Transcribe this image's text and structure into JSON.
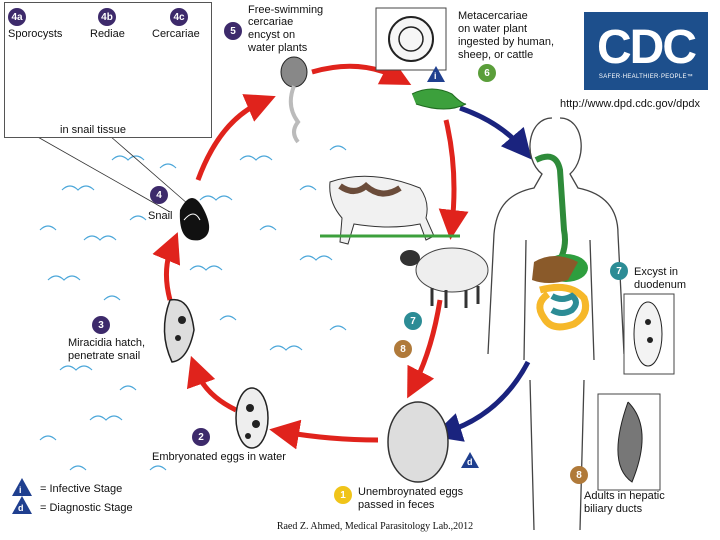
{
  "stages": {
    "s4a": {
      "num": "4a",
      "label": "Sporocysts"
    },
    "s4b": {
      "num": "4b",
      "label": "Rediae"
    },
    "s4c": {
      "num": "4c",
      "label": "Cercariae"
    },
    "in_snail": "in snail tissue",
    "s5": {
      "num": "5",
      "label1": "Free-swimming",
      "label2": "cercariae",
      "label3": "encyst on",
      "label4": "water plants"
    },
    "s6": {
      "num": "6",
      "label1": "Metacercariae",
      "label2": "on water plant",
      "label3": "ingested by human,",
      "label4": "sheep, or cattle"
    },
    "s4": {
      "num": "4",
      "label": "Snail"
    },
    "s3": {
      "num": "3",
      "label1": "Miracidia hatch,",
      "label2": "penetrate snail"
    },
    "s2": {
      "num": "2",
      "label": "Embryonated eggs in water"
    },
    "s1": {
      "num": "1",
      "label1": "Unembroynated eggs",
      "label2": "passed in feces"
    },
    "s7h": {
      "num": "7",
      "label1": "Excyst in",
      "label2": "duodenum"
    },
    "s7a": {
      "num": "7"
    },
    "s8a": {
      "num": "8"
    },
    "s8h": {
      "num": "8",
      "label1": "Adults in hepatic",
      "label2": "biliary ducts"
    }
  },
  "legend": {
    "infective_symbol": "i",
    "infective_label": "= Infective Stage",
    "diagnostic_symbol": "d",
    "diagnostic_label": "= Diagnostic Stage"
  },
  "markers": {
    "infective_on_plant": "i",
    "diagnostic_on_egg": "d"
  },
  "logo": {
    "text": "CDC",
    "tagline": "SAFER·HEALTHIER·PEOPLE™",
    "url": "http://www.dpd.cdc.gov/dpdx"
  },
  "credit": "Raed Z. Ahmed, Medical Parasitology Lab.,2012",
  "colors": {
    "stage_badge": "#3d2a6b",
    "human_badge": "#2c8c95",
    "plant_badge": "#5a9e3a",
    "egg_badge": "#f0c419",
    "adult_badge": "#b07a3a",
    "red_arrow": "#e0231c",
    "blue_arrow": "#1a237e",
    "infective_marker": "#1f3f8f",
    "cdc_blue": "#1d4f8c"
  }
}
